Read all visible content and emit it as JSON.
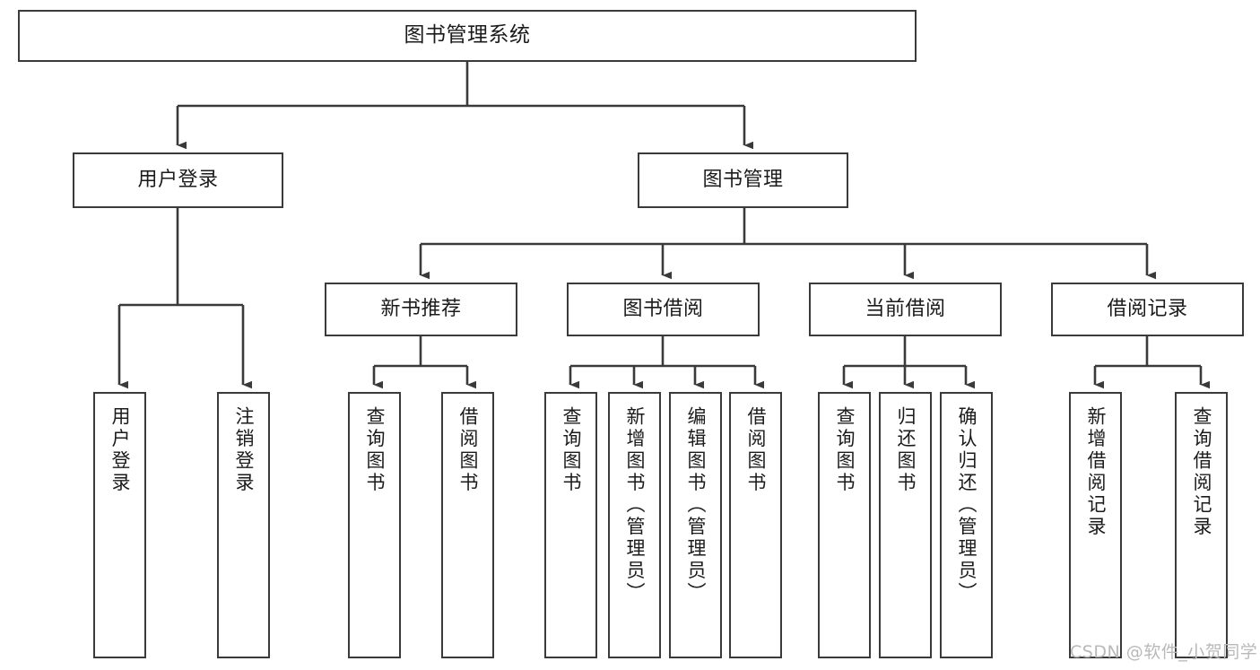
{
  "diagram": {
    "title": "图书管理系统",
    "type": "hierarchy-tree",
    "watermark": "CSDN @软件_小贺同学",
    "colors": {
      "box_border": "#3a3a3a",
      "box_fill": "#ffffff",
      "connector": "#3a3a3a",
      "text": "#1b1b1b",
      "watermark": "#b9b9b9",
      "background": "#ffffff"
    },
    "root": {
      "label": "图书管理系统"
    },
    "level2": [
      {
        "label": "用户登录"
      },
      {
        "label": "图书管理"
      }
    ],
    "level3": [
      {
        "label": "新书推荐"
      },
      {
        "label": "图书借阅"
      },
      {
        "label": "当前借阅"
      },
      {
        "label": "借阅记录"
      }
    ],
    "leaves": {
      "user_login": [
        {
          "label": "用户登录"
        },
        {
          "label": "注销登录"
        }
      ],
      "new_book_recommend": [
        {
          "label": "查询图书"
        },
        {
          "label": "借阅图书"
        }
      ],
      "book_borrow": [
        {
          "label": "查询图书"
        },
        {
          "label": "新增图书（管理员）"
        },
        {
          "label": "编辑图书（管理员）"
        },
        {
          "label": "借阅图书"
        }
      ],
      "current_borrow": [
        {
          "label": "查询图书"
        },
        {
          "label": "归还图书"
        },
        {
          "label": "确认归还（管理员）"
        }
      ],
      "borrow_record": [
        {
          "label": "新增借阅记录"
        },
        {
          "label": "查询借阅记录"
        }
      ]
    }
  }
}
